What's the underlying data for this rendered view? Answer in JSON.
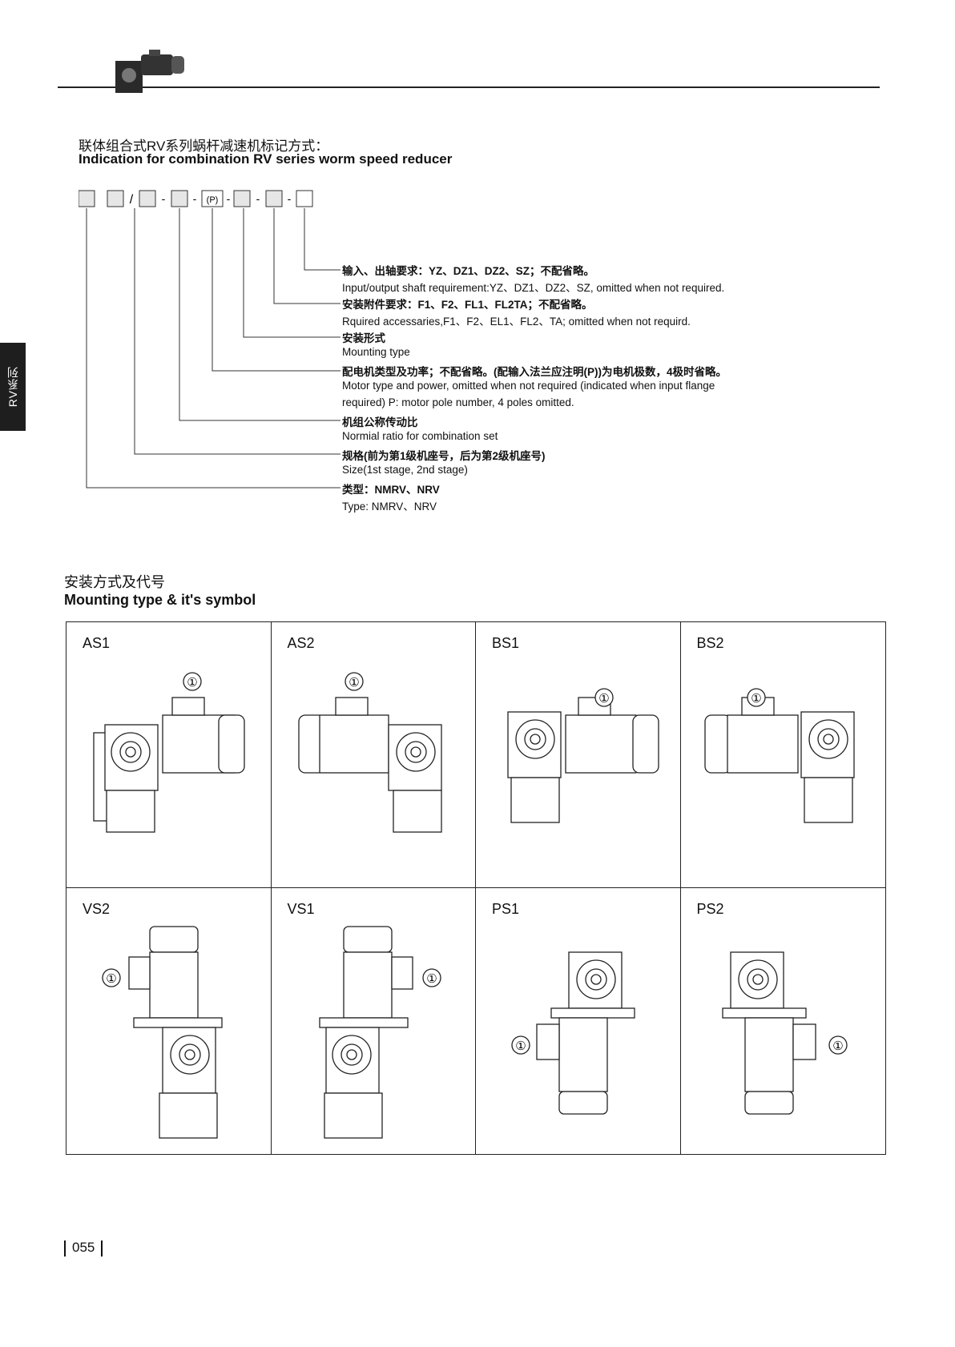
{
  "side_tab": {
    "label": "RV系列"
  },
  "title": {
    "zh": "联体组合式RV系列蜗杆减速机标记方式：",
    "en": "Indication for combination RV series worm speed reducer"
  },
  "code_row": {
    "p_label": "(P)",
    "separators": [
      "/",
      "-",
      "-",
      "-",
      "-",
      "-",
      "-"
    ]
  },
  "legend": [
    {
      "zh": "输入、出轴要求：YZ、DZ1、DZ2、SZ；不配省略。",
      "en": "Input/output shaft requirement:YZ、DZ1、DZ2、SZ,  omitted when not required."
    },
    {
      "zh": "安装附件要求：F1、F2、FL1、FL2TA；不配省略。",
      "en": "Rquired accessaries,F1、F2、EL1、FL2、TA;  omitted when not requird."
    },
    {
      "zh": "安装形式",
      "en": "Mounting type"
    },
    {
      "zh": "配电机类型及功率；不配省略。(配输入法兰应注明(P))为电机极数，4极时省略。",
      "en": "Motor type and power, omitted when not required (indicated when input flange",
      "en2": "required) P: motor pole number, 4 poles omitted."
    },
    {
      "zh": "机组公称传动比",
      "en": "Normial ratio for combination set"
    },
    {
      "zh": "规格(前为第1级机座号，后为第2级机座号)",
      "en": "Size(1st stage, 2nd stage)"
    },
    {
      "zh": "类型：NMRV、NRV",
      "en": "Type: NMRV、NRV"
    }
  ],
  "mounting": {
    "title_zh": "安装方式及代号",
    "title_en": "Mounting type & it's symbol",
    "marker": "①",
    "cells": [
      {
        "label": "AS1"
      },
      {
        "label": "AS2"
      },
      {
        "label": "BS1"
      },
      {
        "label": "BS2"
      },
      {
        "label": "VS2"
      },
      {
        "label": "VS1"
      },
      {
        "label": "PS1"
      },
      {
        "label": "PS2"
      }
    ]
  },
  "page_number": "055"
}
